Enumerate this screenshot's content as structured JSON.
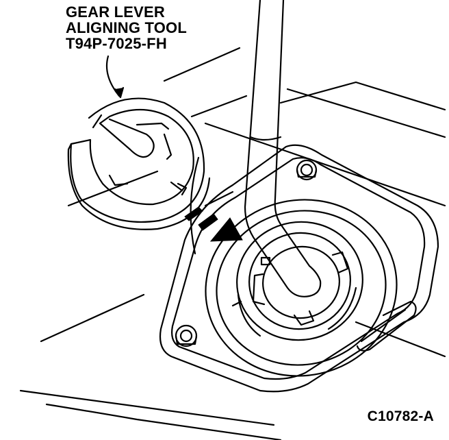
{
  "callout": {
    "line1": "GEAR LEVER",
    "line2": "ALIGNING TOOL",
    "line3": "T94P-7025-FH"
  },
  "figure_id": "C10782-A",
  "colors": {
    "ink": "#000000",
    "paper": "#ffffff"
  }
}
